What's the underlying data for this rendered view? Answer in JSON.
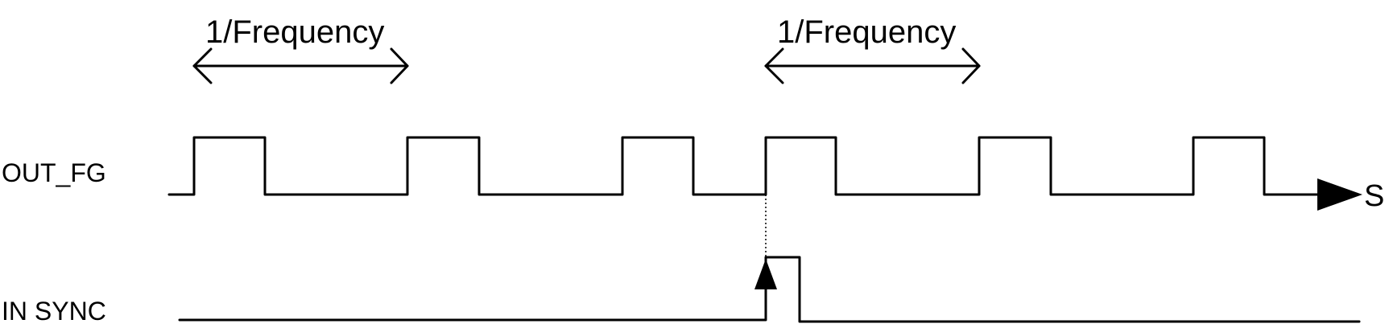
{
  "signals": {
    "out_fg": {
      "label": "OUT_FG"
    },
    "in_sync": {
      "label": "IN SYNC"
    }
  },
  "period_labels": {
    "first": "1/Frequency",
    "second": "1/Frequency"
  },
  "time_axis": {
    "unit": "S"
  },
  "colors": {
    "ink": "#000000",
    "background": "#ffffff"
  }
}
